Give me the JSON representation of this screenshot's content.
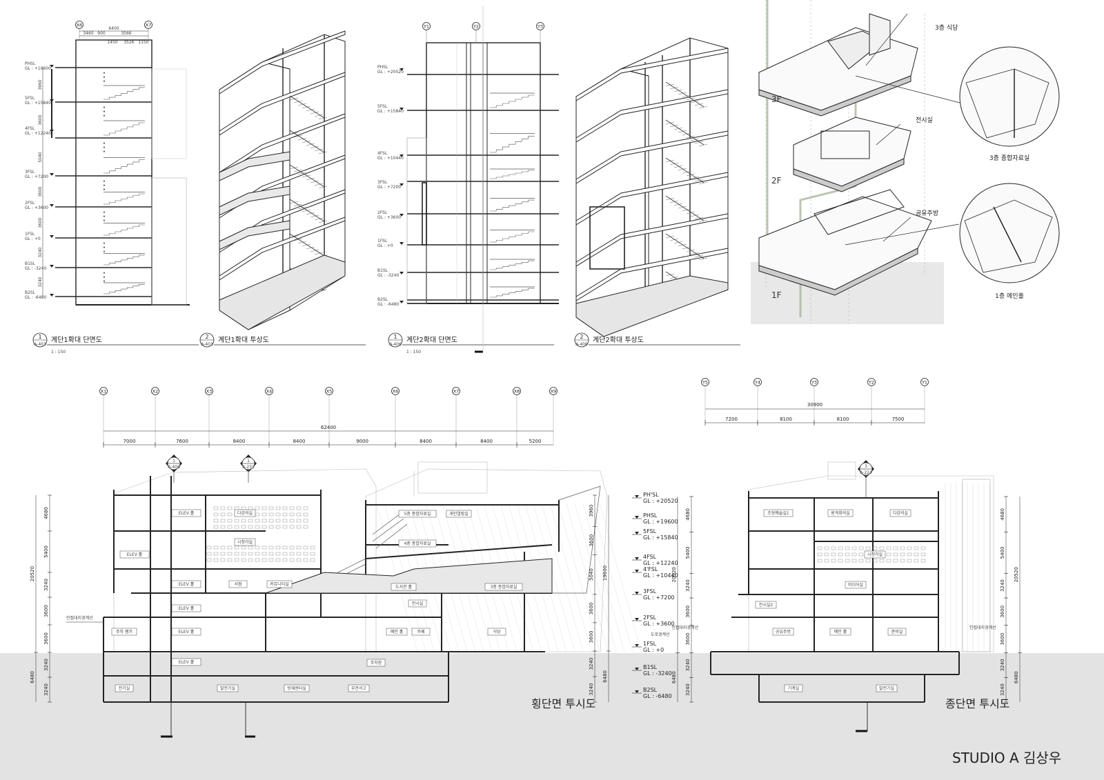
{
  "drawings": {
    "stair1_section": {
      "num": "1",
      "ref": "A-403",
      "title": "계단1확대 단면도",
      "scale": "1 : 150"
    },
    "stair1_iso": {
      "num": "2",
      "ref": "A-403",
      "title": "계단1확대 투상도"
    },
    "stair2_section": {
      "num": "1",
      "ref": "A-406",
      "title": "계단2확대 단면도",
      "scale": "1 : 150"
    },
    "stair2_iso": {
      "num": "2",
      "ref": "A-406",
      "title": "계단2확대 투상도"
    },
    "cross_section": {
      "title": "횡단면 투시도"
    },
    "long_section": {
      "title": "종단면 투시도"
    }
  },
  "stair1_levels": [
    {
      "name": "PHSL",
      "gl": "GL : +19600"
    },
    {
      "name": "5FSL",
      "gl": "GL : +15840"
    },
    {
      "name": "4FSL",
      "gl": "GL : +12240"
    },
    {
      "name": "3FSL",
      "gl": "GL : +7200"
    },
    {
      "name": "2FSL",
      "gl": "GL : +3600"
    },
    {
      "name": "1FSL",
      "gl": "GL : +0"
    },
    {
      "name": "B1SL",
      "gl": "GL : -3240"
    },
    {
      "name": "B2SL",
      "gl": "GL : -6480"
    }
  ],
  "stair1_top_dims": {
    "axes": [
      "X6",
      "X7"
    ],
    "overall": "6400",
    "parts": [
      "3460",
      "900",
      "3566"
    ],
    "inner": [
      "1450",
      "3526",
      "1150"
    ]
  },
  "stair2_levels": [
    {
      "name": "PHSL",
      "gl": "GL : +20520"
    },
    {
      "name": "5FSL",
      "gl": "GL : +15840"
    },
    {
      "name": "4FSL",
      "gl": "GL : +10440"
    },
    {
      "name": "3FSL",
      "gl": "GL : +7200"
    },
    {
      "name": "2FSL",
      "gl": "GL : +3600"
    },
    {
      "name": "1FSL",
      "gl": "GL : +0"
    },
    {
      "name": "B1SL",
      "gl": "GL : -3240"
    },
    {
      "name": "B2SL",
      "gl": "GL : -6480"
    }
  ],
  "stair2_axes": [
    "Y1",
    "Y2",
    "Y3"
  ],
  "exploded": {
    "floors": [
      "3F",
      "2F",
      "1F"
    ],
    "labels": [
      "3층 식당",
      "전시실",
      "공유주방"
    ],
    "callouts": [
      "3층 종합자료실",
      "1층 메인홀"
    ]
  },
  "cross": {
    "axes": [
      "X1",
      "X2",
      "X3",
      "X4",
      "X5",
      "X6",
      "X7",
      "X8",
      "X9"
    ],
    "overall": "62400",
    "spans": [
      "7000",
      "7600",
      "8400",
      "8400",
      "9000",
      "8400",
      "8400",
      "5200"
    ],
    "refs": [
      {
        "num": "1",
        "ref": "A-406"
      },
      {
        "num": "1",
        "ref": "A-231"
      }
    ],
    "left_dims": [
      "4680",
      "5400",
      "3240",
      "3600",
      "3600",
      "3240",
      "3240"
    ],
    "left_totals": [
      "20520",
      "6480"
    ],
    "right_dims": [
      "3960",
      "3600",
      "5040",
      "3600",
      "3600",
      "3240",
      "3240"
    ],
    "right_totals": [
      "19600",
      "6480"
    ],
    "ground_note": "인접대지경계선",
    "road_note": "도로경계선",
    "rooms": [
      "ELEV 홀",
      "다강의실",
      "ELEV 홀",
      "시청각실",
      "ELEV 홀",
      "서점",
      "커뮤니티실",
      "ELEV 홀",
      "ELEV 홀",
      "ELEV 홀",
      "주차 램프",
      "전기실",
      "발전기실",
      "방재센터실",
      "부관서고",
      "5층 종합자료실",
      "개인열람실",
      "4층 종합자료실",
      "도서관 홀",
      "3층 종합자료실",
      "전시실",
      "메인 홀",
      "카페",
      "식당",
      "주차장"
    ]
  },
  "cross_levels": [
    {
      "name": "PH'SL",
      "gl": "GL : +20520"
    },
    {
      "name": "PHSL",
      "gl": "GL : +19600"
    },
    {
      "name": "5FSL",
      "gl": "GL : +15840"
    },
    {
      "name": "4FSL",
      "gl": "GL : +12240"
    },
    {
      "name": "4'FSL",
      "gl": "GL : +10440"
    },
    {
      "name": "3FSL",
      "gl": "GL : +7200"
    },
    {
      "name": "2FSL",
      "gl": "GL : +3600"
    },
    {
      "name": "1FSL",
      "gl": "GL : +0"
    },
    {
      "name": "B1SL",
      "gl": "GL : -3240"
    },
    {
      "name": "B2SL",
      "gl": "GL : -6480"
    }
  ],
  "long": {
    "axes": [
      "Y5",
      "Y4",
      "Y3",
      "Y2",
      "Y1"
    ],
    "overall": "30900",
    "spans": [
      "7200",
      "8100",
      "8100",
      "7500"
    ],
    "ref": {
      "num": "3",
      "ref": "A-224"
    },
    "left_dims": [
      "4680",
      "5400",
      "3240",
      "3600",
      "3600",
      "3240",
      "3240"
    ],
    "left_totals": [
      "20520",
      "6480"
    ],
    "right_dims": [
      "4680",
      "5400",
      "3240",
      "3600",
      "3600",
      "3240",
      "3240"
    ],
    "right_totals": [
      "20520",
      "6480"
    ],
    "ground_note_left": "인접대지경계선",
    "ground_note_right": "인접대지경계선",
    "rooms": [
      "조형예술실1",
      "원격회의실",
      "다강의실",
      "시청각실",
      "미디어실",
      "전시실2",
      "공유주방",
      "메인 홀",
      "준비실",
      "기계실",
      "발전기실"
    ]
  },
  "footer": {
    "studio": "STUDIO A 김상우"
  },
  "colors": {
    "ground": "#e3e3e3",
    "line": "#222222",
    "green": "#a7b99a",
    "light": "#9a9a9a"
  }
}
